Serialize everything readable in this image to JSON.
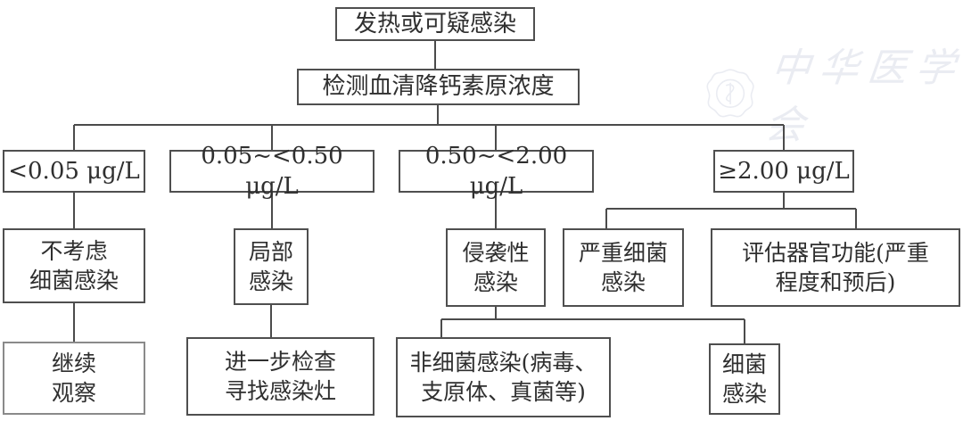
{
  "nodes": {
    "root": {
      "label": "发热或可疑感染"
    },
    "test": {
      "label": "检测血清降钙素原浓度"
    },
    "range_low": {
      "label": "<0.05 μg/L"
    },
    "range_mid_low": {
      "label": "0.05~<0.50 μg/L"
    },
    "range_mid_high": {
      "label": "0.50~<2.00 μg/L"
    },
    "range_high": {
      "label": "≥2.00 μg/L"
    },
    "no_bacterial": {
      "label": "不考虑\n细菌感染"
    },
    "local_infection": {
      "label": "局部\n感染"
    },
    "invasive_infection": {
      "label": "侵袭性\n感染"
    },
    "severe_bacterial": {
      "label": "严重细菌\n感染"
    },
    "assess_organ": {
      "label": "评估器官功能(严重\n程度和预后)"
    },
    "continue_observe": {
      "label": "继续\n观察"
    },
    "further_exam": {
      "label": "进一步检查\n寻找感染灶"
    },
    "non_bacterial": {
      "label": "非细菌感染(病毒、\n支原体、真菌等)"
    },
    "bacterial": {
      "label": "细菌\n感染"
    }
  },
  "watermark": {
    "text": "中华医学会"
  },
  "colors": {
    "line": "#4b4b4b",
    "border": "#4f4f4f",
    "text": "#2f2f2f",
    "watermark": "#7a84ad"
  }
}
